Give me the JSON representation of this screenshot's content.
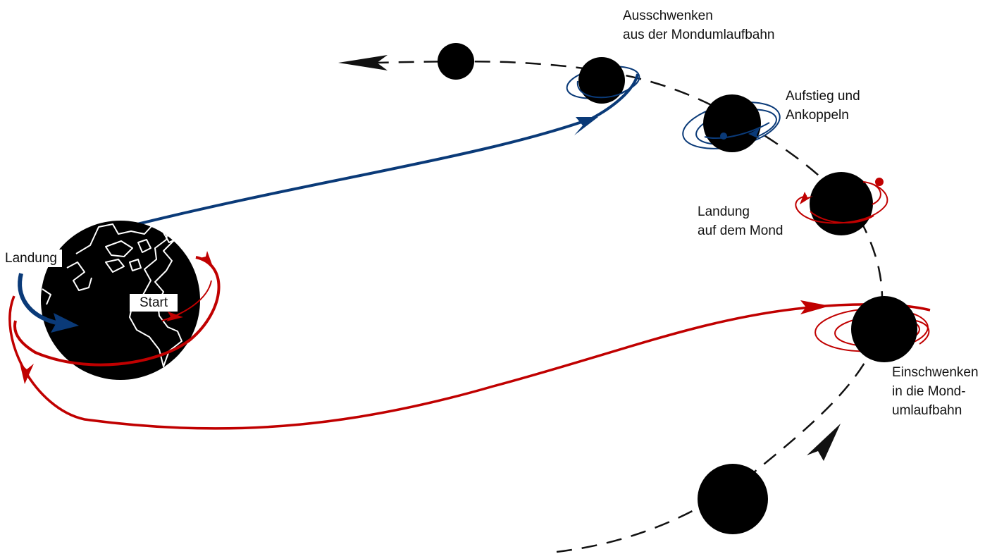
{
  "colors": {
    "background": "#ffffff",
    "body": "#000000",
    "outbound_path": "#c00000",
    "return_path": "#0a3a78",
    "moon_path": "#111111",
    "continent_outline": "#ffffff"
  },
  "labels": {
    "landing_earth": "Landung",
    "start": "Start",
    "exit_lunar_orbit": [
      "Ausschwenken",
      "aus der Mondumlaufbahn"
    ],
    "ascent_docking": [
      "Aufstieg und",
      "Ankoppeln"
    ],
    "lunar_landing": [
      "Landung",
      "auf dem Mond"
    ],
    "enter_lunar_orbit": [
      "Einschwenken",
      "in die Mond-",
      "umlaufbahn"
    ]
  },
  "icons": {
    "earth": "earth-globe-icon",
    "moon": "moon-disc-icon",
    "arrow": "arrowhead-icon"
  }
}
